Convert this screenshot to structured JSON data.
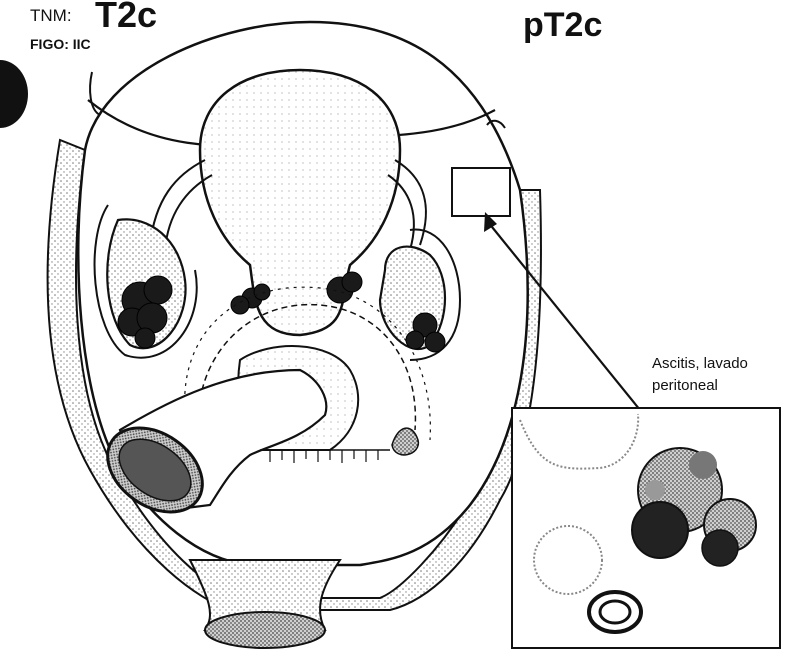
{
  "header": {
    "tnm_prefix": "TNM:",
    "tnm_stage": "T2c",
    "figo": "FIGO: IIC",
    "pathologic_stage": "pT2c"
  },
  "callout": {
    "line1": "Ascitis, lavado",
    "line2": "peritoneal"
  },
  "icons": [
    "pelvis-diagram",
    "uterus-icon",
    "ovary-icon",
    "tumor-nodule-icon",
    "bowel-icon",
    "cell-cluster-icon"
  ],
  "colors": {
    "ink": "#111111",
    "stipple": "#bdbdbd",
    "tumor": "#1a1a1a",
    "background": "#ffffff"
  }
}
